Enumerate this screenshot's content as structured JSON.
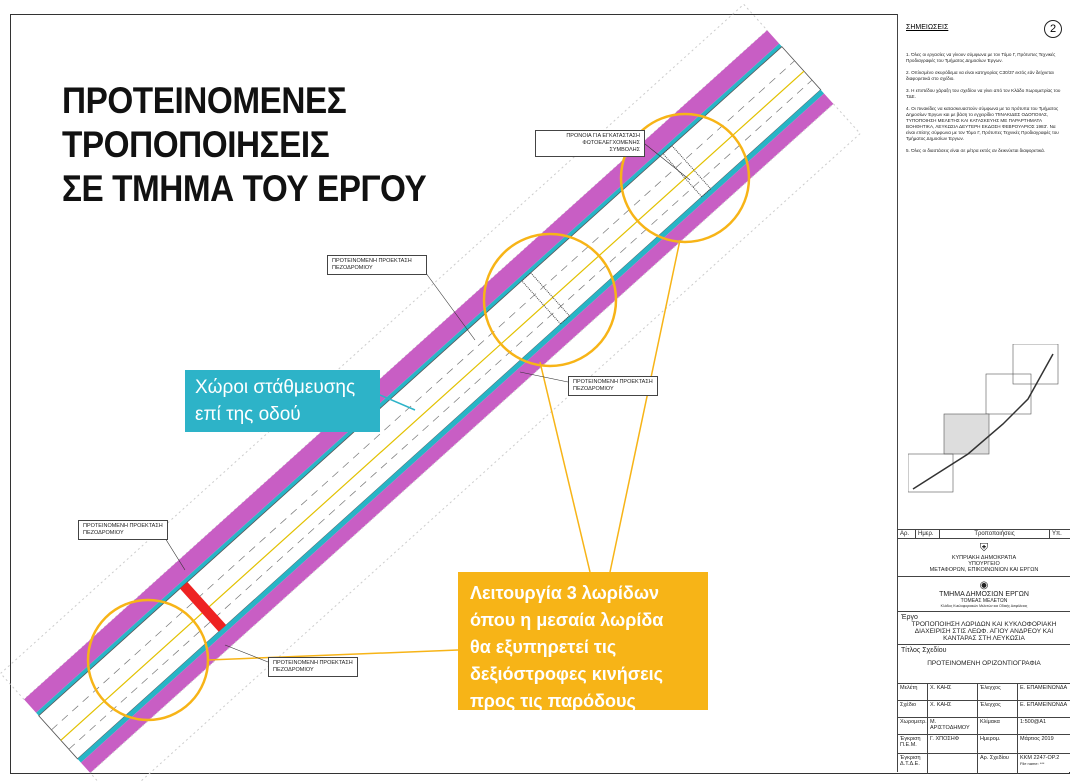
{
  "title_lines": [
    "ΠΡΟΤΕΙΝΟΜΕΝΕΣ",
    "ΤΡΟΠΟΠΟΙΗΣΕΙΣ",
    "ΣΕ ΤΜΗΜΑ ΤΟΥ ΕΡΓΟΥ"
  ],
  "callouts": {
    "parking": [
      "Χώροι στάθμευσης",
      "επί της οδού"
    ],
    "lanes": [
      "Λειτουργία 3 λωρίδων",
      "όπου η μεσαία λωρίδα",
      "θα εξυπηρετεί τις",
      "δεξιόστροφες κινήσεις",
      "προς τις παρόδους"
    ]
  },
  "labels": {
    "signal": [
      "ΠΡΟΝΟΙΑ ΓΙΑ ΕΓΚΑΤΑΣΤΑΣΗ",
      "ΦΩΤΟΕΛΕΓΧΟΜΕΝΗΣ",
      "ΣΥΜΒΟΛΗΣ"
    ],
    "sidewalk_1": [
      "ΠΡΟΤΕΙΝΟΜΕΝΗ ΠΡΟΕΚΤΑΣΗ",
      "ΠΕΖΟΔΡΟΜΙΟΥ"
    ],
    "sidewalk_2": [
      "ΠΡΟΤΕΙΝΟΜΕΝΗ ΠΡΟΕΚΤΑΣΗ",
      "ΠΕΖΟΔΡΟΜΙΟΥ"
    ],
    "sidewalk_3": [
      "ΠΡΟΤΕΙΝΟΜΕΝΗ ΠΡΟΕΚΤΑΣΗ",
      "ΠΕΖΟΔΡΟΜΙΟΥ"
    ],
    "sidewalk_4": [
      "ΠΡΟΤΕΙΝΟΜΕΝΗ ΠΡΟΕΚΤΑΣΗ",
      "ΠΕΖΟΔΡΟΜΙΟΥ"
    ]
  },
  "panel": {
    "notes_title": "ΣΗΜΕΙΩΣΕΙΣ",
    "sheet_number": "2",
    "notes": [
      "1. Όλες οι εργασίες να γίνουν σύμφωνα με τον Τόμο Γ, Πρότυπες Τεχνικές Προδιαγραφές του Τμήματος Δημοσίων Έργων.",
      "2. Οπλισμένο σκυρόδεμα να είναι κατηγορίας C30/37 εκτός εάν δείχνεται διαφορετικά στο σχέδιο.",
      "3. Η επιπέδου χάραξη του σχεδίου να γίνει από τον Κλάδο Χωρομετρίας του ΤΔΕ.",
      "4. Οι πινακίδες να κατασκευαστούν σύμφωνα με τα πρότυπα του Τμήματος Δημοσίων Έργων και με βάση το εγχειρίδιο 'ΠΙΝΑΚΙΔΕΣ ΟΔΟΠΟΙΙΑΣ, ΤΥΠΟΠΟΙΗΣΗ ΜΕΛΕΤΗΣ ΚΑΙ ΚΑΤΑΣΚΕΥΗΣ ΜΕ ΠΑΡΑΡΤΗΜΑΤΑ ΒΟΗΘΗΤΙΚΑ, ΛΕΥΚΩΣΙΑ ΔΕΥΤΕΡΗ ΕΚΔΟΣΗ ΦΕΒΡΟΥΑΡΙΟΣ 1983'. Να είναι επίσης σύμφωνα με τον Τόμο Γ, Πρότυπες Τεχνικές Προδιαγραφές του Τμήματος Δημοσίων Έργων.",
      "5. Όλες οι διαστάσεις είναι σε μέτρα εκτός αν δεικνύεται διαφορετικά."
    ],
    "revision_headers": [
      "Αρ.",
      "Ημερ.",
      "Τροποποιήσεις",
      "Υπ."
    ],
    "ministry": [
      "ΚΥΠΡΙΑΚΗ ΔΗΜΟΚΡΑΤΙΑ",
      "ΥΠΟΥΡΓΕΙΟ",
      "ΜΕΤΑΦΟΡΩΝ, ΕΠΙΚΟΙΝΩΝΙΩΝ ΚΑΙ ΕΡΓΩΝ"
    ],
    "department": [
      "ΤΜΗΜΑ ΔΗΜΟΣΙΩΝ ΕΡΓΩΝ",
      "ΤΟΜΕΑΣ ΜΕΛΕΤΩΝ",
      "Κλάδος Κυκλοφοριακών Μελετών και Οδικής Ασφάλειας"
    ],
    "project_label": "Έργο",
    "project": "ΤΡΟΠΟΠΟΙΗΣΗ ΛΩΡΙΔΩΝ ΚΑΙ ΚΥΚΛΟΦΟΡΙΑΚΗ ΔΙΑΧΕΙΡΙΣΗ ΣΤΙΣ ΛΕΩΦ. ΑΓΙΟΥ ΑΝΔΡΕΟΥ ΚΑΙ ΚΑΝΤΑΡΑΣ ΣΤΗ ΛΕΥΚΩΣΙΑ",
    "drawing_title_label": "Τίτλος Σχεδίου",
    "drawing_title": "ΠΡΟΤΕΙΝΟΜΕΝΗ ΟΡΙΖΟΝΤΙΟΓΡΑΦΙΑ",
    "rows": [
      [
        "Μελέτη",
        "Χ. ΚΑΗΣ",
        "Έλεγχος",
        "Ε. ΕΠΑΜΕΙΝΩΝΔΑ"
      ],
      [
        "Σχέδιο",
        "Χ. ΚΑΗΣ",
        "Έλεγχος",
        "Ε. ΕΠΑΜΕΙΝΩΝΔΑ"
      ],
      [
        "Χωρομετρ.",
        "Μ. ΑΡΙΣΤΟΔΗΜΟΥ",
        "Κλίμακα",
        "1:500@A1"
      ],
      [
        "Έγκριση Π.Ε.Μ.",
        "Γ. ΧΠΟΣΗΦ",
        "Ημερομ.",
        "Μάρτιος 2019"
      ],
      [
        "Έγκριση Δ.Τ.Δ.Ε.",
        "",
        "Αρ. Σχεδίου",
        "ΚΚΜ 2247-OP.2"
      ]
    ],
    "file_name_label": "File name:",
    "file_name": "***"
  },
  "colors": {
    "sidewalk": "#c85ec4",
    "cycle_lane": "#27b5c6",
    "highlight": "#f7b417",
    "road": "#ffffff"
  }
}
